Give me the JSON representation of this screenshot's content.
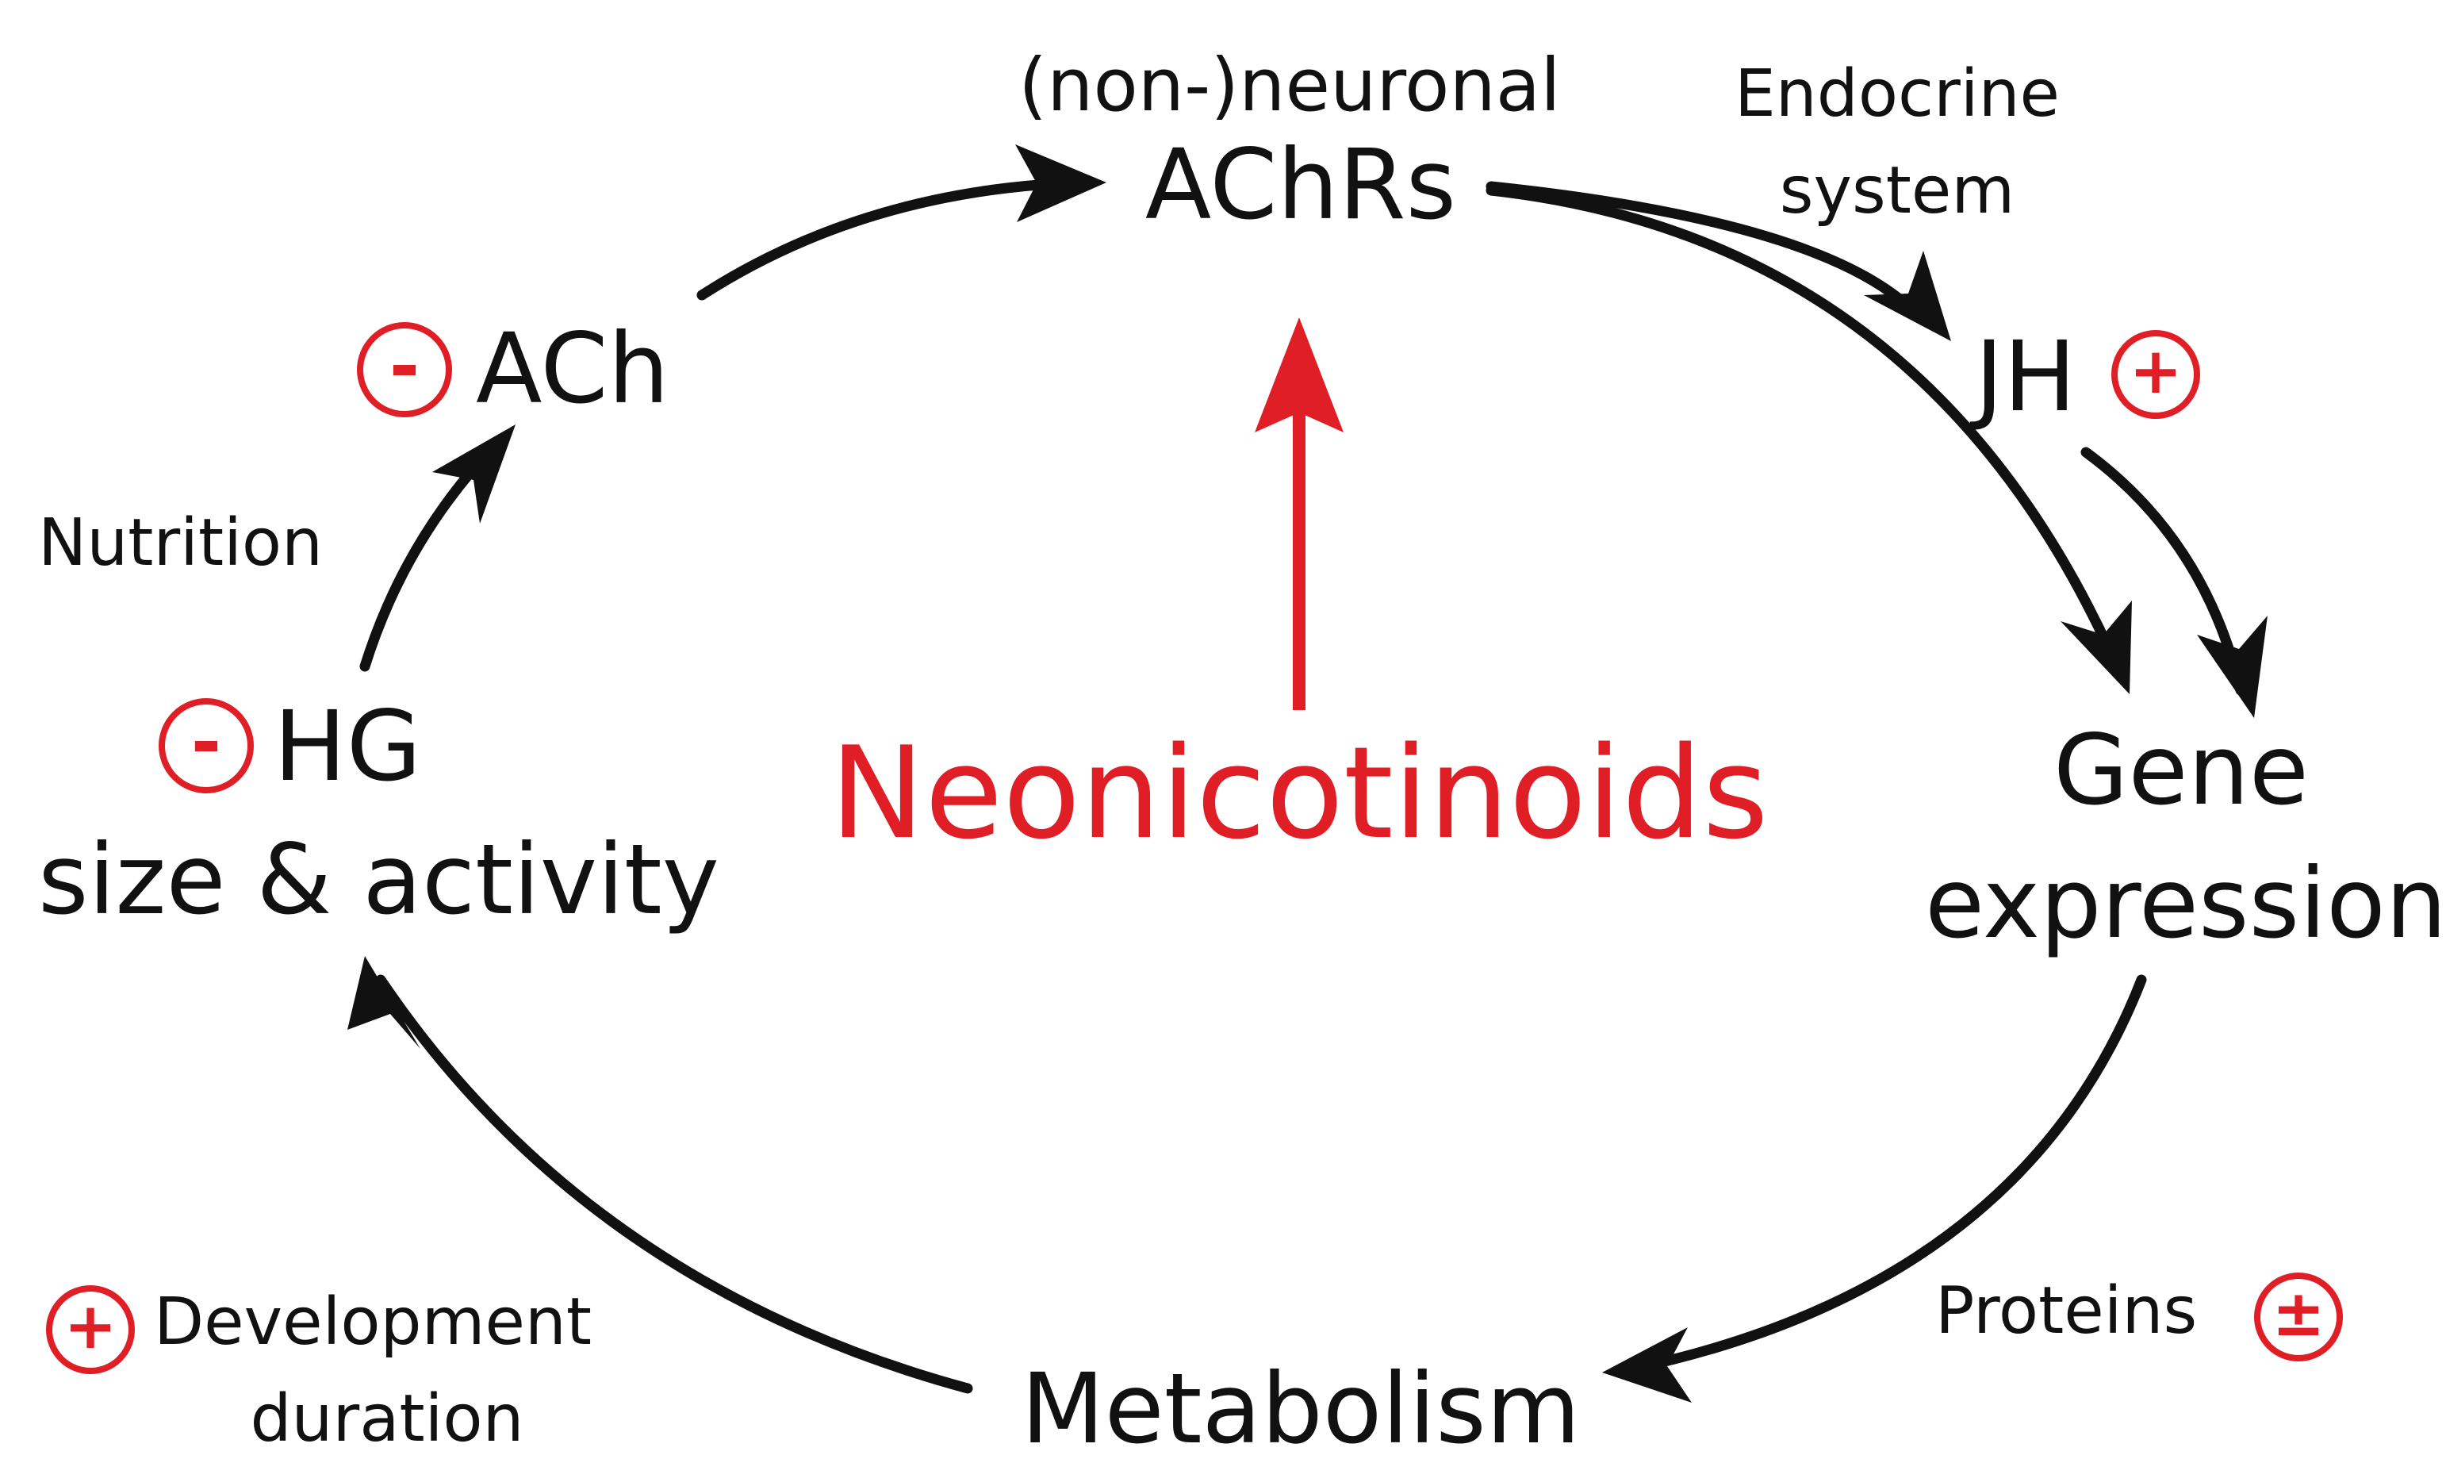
{
  "nodes": {
    "achrs_qualifier": "(non-)neuronal",
    "achrs": "AChRs",
    "ach": "ACh",
    "jh": "JH",
    "gene_line1": "Gene",
    "gene_line2": "expression",
    "metabolism": "Metabolism",
    "hg_line1": "HG",
    "hg_line2": "size & activity",
    "center": "Neonicotinoids"
  },
  "annotations": {
    "endocrine_line1": "Endocrine",
    "endocrine_line2": "system",
    "nutrition": "Nutrition",
    "proteins": "Proteins",
    "development_line1": "Development",
    "development_line2": "duration"
  },
  "signs": {
    "ach": "-",
    "jh": "+",
    "hg": "-",
    "proteins": "±",
    "development": "+"
  },
  "colors": {
    "accent": "#e01e26",
    "text": "#111111"
  }
}
